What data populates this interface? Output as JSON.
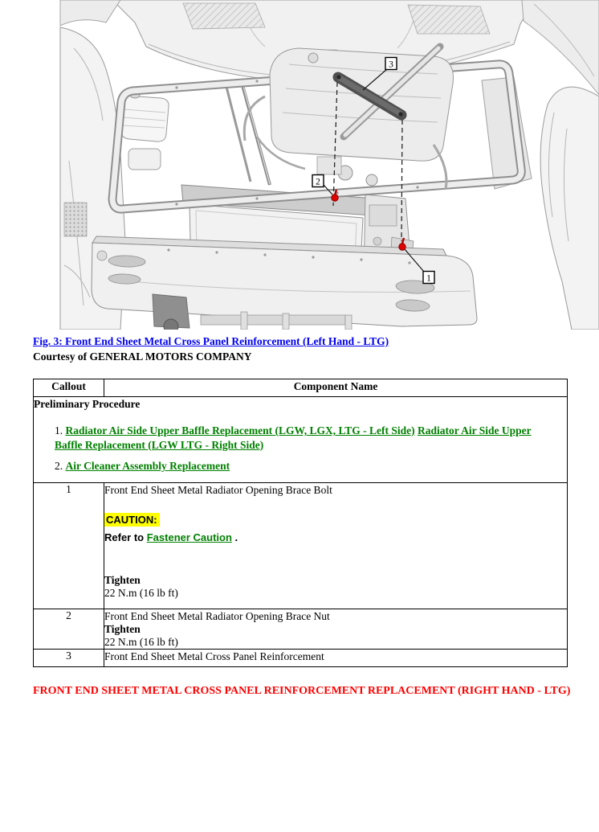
{
  "figure": {
    "caption": "Fig. 3: Front End Sheet Metal Cross Panel Reinforcement (Left Hand - LTG)",
    "courtesy": "Courtesy of GENERAL MOTORS COMPANY",
    "callouts": [
      {
        "label": "1"
      },
      {
        "label": "2"
      },
      {
        "label": "3"
      }
    ]
  },
  "table": {
    "headers": [
      "Callout",
      "Component Name"
    ],
    "preliminary": {
      "title": "Preliminary Procedure",
      "items": [
        {
          "num": "1.",
          "links": [
            "Radiator Air Side Upper Baffle Replacement (LGW, LGX, LTG - Left Side)",
            "Radiator Air Side Upper Baffle Replacement (LGW LTG - Right Side)"
          ]
        },
        {
          "num": "2.",
          "links": [
            "Air Cleaner Assembly Replacement"
          ]
        }
      ]
    },
    "rows": [
      {
        "callout": "1",
        "component": "Front End Sheet Metal Radiator Opening Brace Bolt",
        "caution_label": "CAUTION:",
        "refer_prefix": "Refer to ",
        "refer_link": "Fastener Caution",
        "refer_suffix": " .",
        "tighten_label": "Tighten",
        "tighten_value": "22 N.m (16 lb ft)"
      },
      {
        "callout": "2",
        "component": "Front End Sheet Metal Radiator Opening Brace Nut",
        "tighten_label": "Tighten",
        "tighten_value": "22 N.m (16 lb ft)"
      },
      {
        "callout": "3",
        "component": "Front End Sheet Metal Cross Panel Reinforcement"
      }
    ]
  },
  "next_section_heading": "FRONT END SHEET METAL CROSS PANEL REINFORCEMENT REPLACEMENT (RIGHT HAND - LTG)",
  "colors": {
    "figure_link_blue": "#0000EE",
    "procedure_link_green": "#008000",
    "heading_red": "#FF0000",
    "caution_highlight_yellow": "#FFFF00",
    "callout_marker_red": "#E00000"
  }
}
